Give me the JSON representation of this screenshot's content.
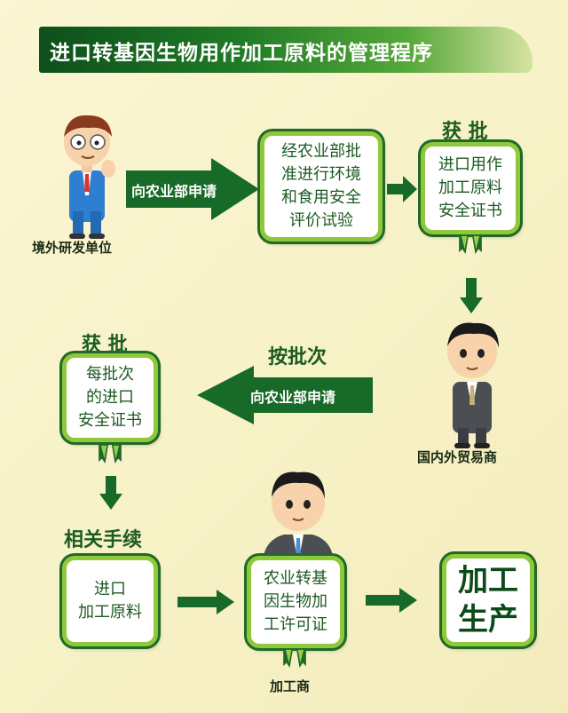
{
  "title": "进口转基因生物用作加工原料的管理程序",
  "colors": {
    "dark_green": "#14632a",
    "light_green": "#8fc83b",
    "background": "#f7f1c6"
  },
  "nodes": {
    "overseas_developer": "境外研发单位",
    "step1_arrow": "向农业部申请",
    "evaluation_box": [
      "经农业部批",
      "准进行环境",
      "和食用安全",
      "评价试验"
    ],
    "approved_1": "获 批",
    "certificate_box": [
      "进口用作",
      "加工原料",
      "安全证书"
    ],
    "trader": "国内外贸易商",
    "per_batch": "按批次",
    "step2_arrow": "向农业部申请",
    "approved_2": "获 批",
    "batch_cert_box": [
      "每批次",
      "的进口",
      "安全证书"
    ],
    "procedures": "相关手续",
    "import_box": [
      "进口",
      "加工原料"
    ],
    "license_box": [
      "农业转基",
      "因生物加",
      "工许可证"
    ],
    "processor": "加工商",
    "final_box": [
      "加工",
      "生产"
    ]
  }
}
